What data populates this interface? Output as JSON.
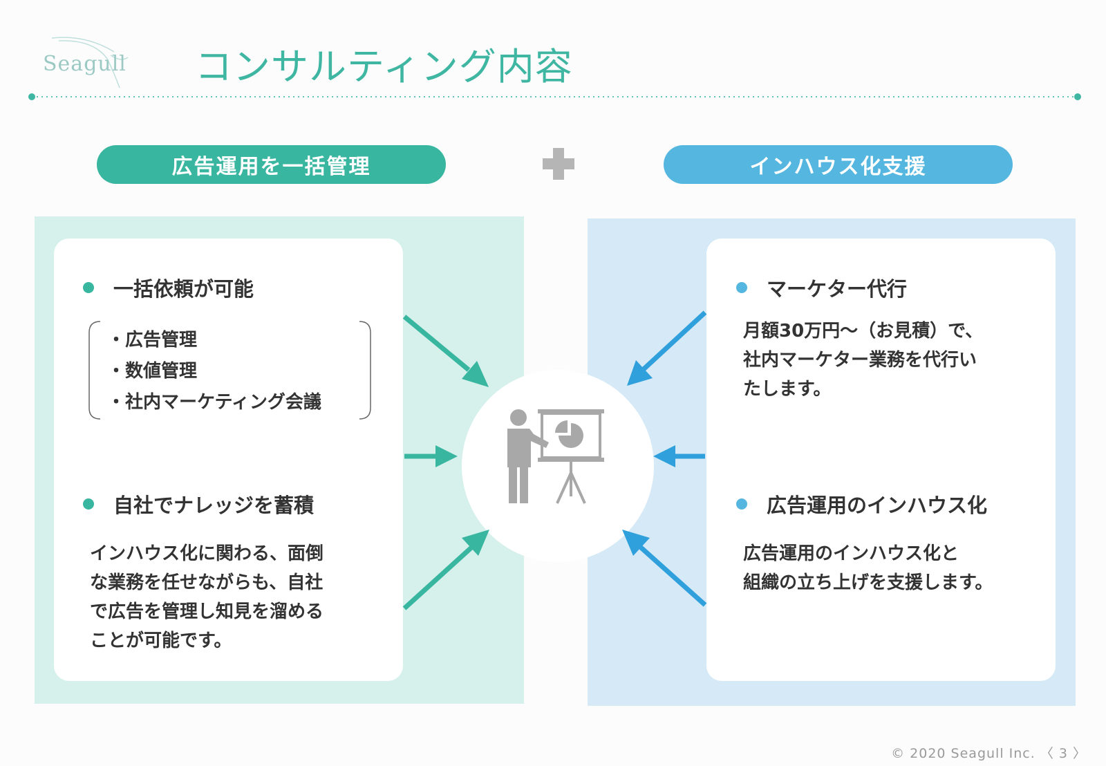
{
  "header": {
    "logo_text": "Seagull",
    "title": "コンサルティング内容"
  },
  "pills": {
    "left": "広告運用を一括管理",
    "right": "インハウス化支援"
  },
  "left_card": {
    "head1": "一括依頼が可能",
    "list": [
      "・広告管理",
      "・数値管理",
      "・社内マーケティング会議"
    ],
    "head2": "自社でナレッジを蓄積",
    "body2": [
      "インハウス化に関わる、面倒",
      "な業務を任せながらも、自社",
      "で広告を管理し知見を溜める",
      "ことが可能です。"
    ]
  },
  "right_card": {
    "head1": "マーケター代行",
    "body1": [
      "月額30万円～（お見積）で、",
      "社内マーケター業務を代行い",
      "たします。"
    ],
    "head2": "広告運用のインハウス化",
    "body2": [
      "広告運用のインハウス化と",
      "組織の立ち上げを支援します。"
    ]
  },
  "footer": "© 2020 Seagull Inc. 〈 3 〉",
  "colors": {
    "teal": "#38b6a0",
    "blue": "#55b6e0",
    "title": "#3eb6a2",
    "icon_gray": "#a8a8a8"
  },
  "icons": {
    "plus": "plus-icon",
    "center": "presenter-icon"
  }
}
